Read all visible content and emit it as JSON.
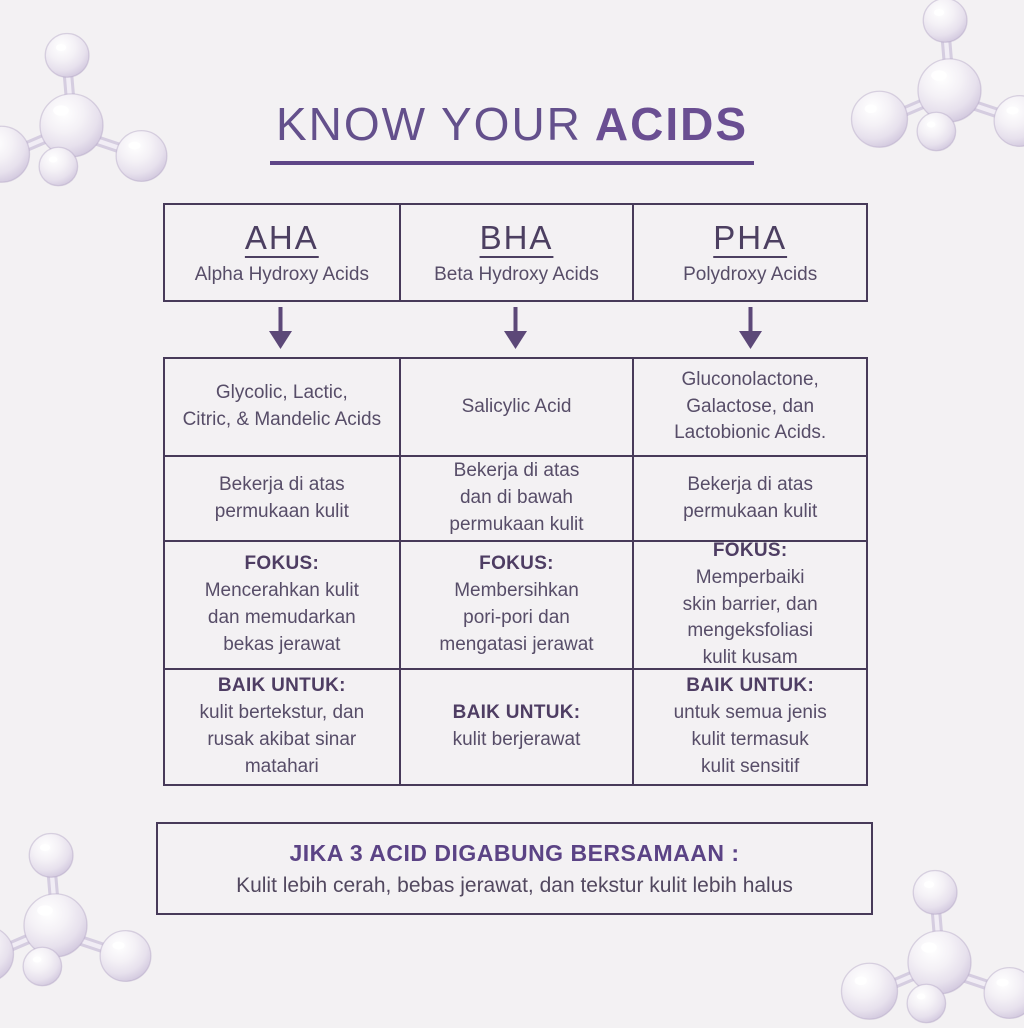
{
  "title": {
    "prefix": "KNOW YOUR",
    "emphasis": "ACIDS"
  },
  "colors": {
    "background": "#f3f1f3",
    "title_purple": "#6a4e92",
    "border": "#473a59",
    "body_text": "#574d68",
    "label_text": "#4e3d63",
    "footer_heading": "#5b4385",
    "arrow": "#5c4878",
    "molecule_tint": "#d5cde0"
  },
  "icons": {
    "column_arrow": "arrow-down-icon",
    "corner_decoration": "molecule-3d-icon"
  },
  "columns": [
    {
      "acronym": "AHA",
      "full_name": "Alpha Hydroxy Acids",
      "ingredients": "Glycolic, Lactic,\nCitric, & Mandelic Acids",
      "mechanism": "Bekerja di atas\npermukaan kulit",
      "focus_label": "FOKUS:",
      "focus_text": "Mencerahkan kulit\ndan memudarkan\nbekas jerawat",
      "good_for_label": "BAIK UNTUK:",
      "good_for_text": "kulit bertekstur, dan\nrusak akibat sinar\nmatahari"
    },
    {
      "acronym": "BHA",
      "full_name": "Beta Hydroxy Acids",
      "ingredients": "Salicylic Acid",
      "mechanism": "Bekerja di atas\ndan di bawah\npermukaan kulit",
      "focus_label": "FOKUS:",
      "focus_text": "Membersihkan\npori-pori dan\nmengatasi jerawat",
      "good_for_label": "BAIK UNTUK:",
      "good_for_text": "kulit berjerawat"
    },
    {
      "acronym": "PHA",
      "full_name": "Polydroxy Acids",
      "ingredients": "Gluconolactone,\nGalactose, dan\nLactobionic Acids.",
      "mechanism": "Bekerja di atas\npermukaan kulit",
      "focus_label": "FOKUS:",
      "focus_text": "Memperbaiki\nskin barrier, dan\nmengeksfoliasi\nkulit kusam",
      "good_for_label": "BAIK UNTUK:",
      "good_for_text": "untuk semua jenis\nkulit termasuk\nkulit sensitif"
    }
  ],
  "footer": {
    "heading": "JIKA 3 ACID DIGABUNG BERSAMAAN :",
    "text": "Kulit lebih cerah, bebas jerawat, dan tekstur kulit lebih halus"
  }
}
